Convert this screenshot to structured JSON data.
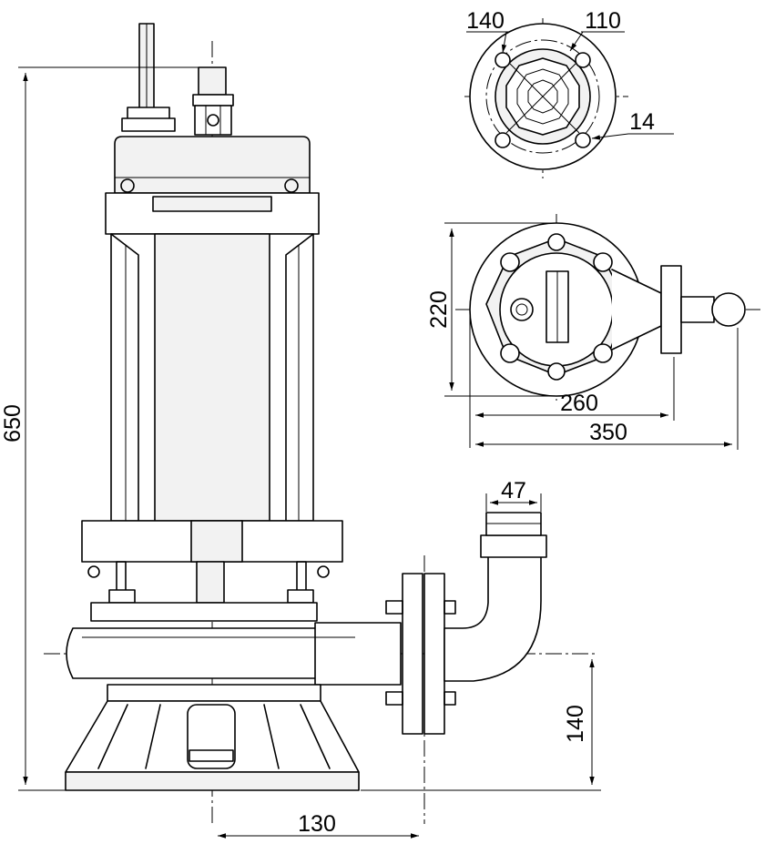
{
  "dimensions": {
    "overall_height": "650",
    "outlet_offset": "130",
    "outlet_height": "140",
    "hose_diameter": "47",
    "flange_outer": "140",
    "flange_pcd": "110",
    "bolt_hole": "14",
    "footprint_depth": "220",
    "footprint_width": "260",
    "overall_width": "350"
  },
  "colors": {
    "line": "#000000",
    "background": "#ffffff",
    "body_fill": "#f2f2f2"
  }
}
